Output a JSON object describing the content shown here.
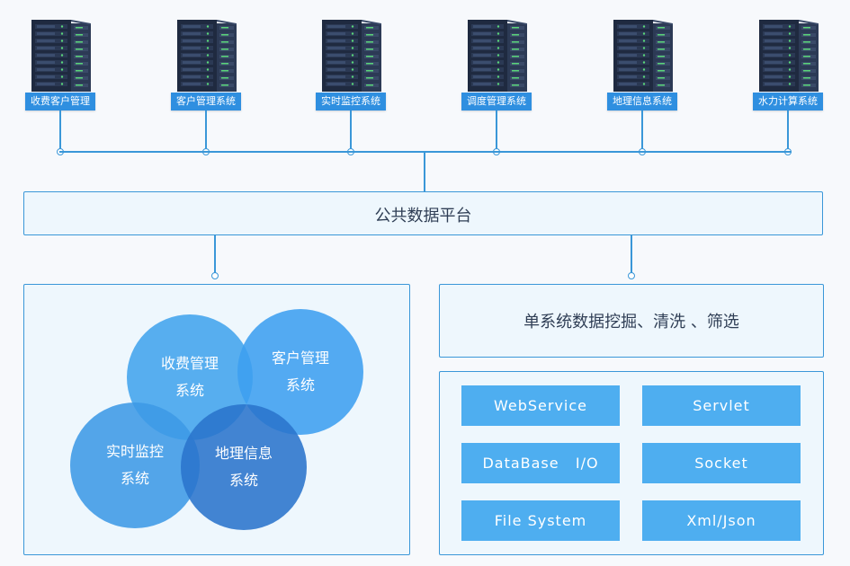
{
  "servers": [
    {
      "label": "收费客户管理"
    },
    {
      "label": "客户管理系统"
    },
    {
      "label": "实时监控系统"
    },
    {
      "label": "调度管理系统"
    },
    {
      "label": "地理信息系统"
    },
    {
      "label": "水力计算系统"
    }
  ],
  "platform": {
    "label": "公共数据平台"
  },
  "venn": {
    "circles": [
      {
        "line1": "收费管理",
        "line2": "系统",
        "color": "#4aa7ee"
      },
      {
        "line1": "客户管理",
        "line2": "系统",
        "color": "#3d9ff0"
      },
      {
        "line1": "实时监控",
        "line2": "系统",
        "color": "#3e9ae6"
      },
      {
        "line1": "地理信息",
        "line2": "系统",
        "color": "#2a74cc"
      }
    ]
  },
  "mining": {
    "label": "单系统数据挖掘、清洗 、筛选"
  },
  "tech": {
    "items": [
      {
        "label": "WebService"
      },
      {
        "label": "Servlet"
      },
      {
        "label": "DataBase   I/O"
      },
      {
        "label": "Socket"
      },
      {
        "label": "File System"
      },
      {
        "label": "Xml/Json"
      }
    ]
  },
  "colors": {
    "accent": "#3a97d8",
    "label_bg": "#2f8fe0",
    "button_bg": "#4eaef0",
    "panel_bg": "#eef7fd"
  }
}
